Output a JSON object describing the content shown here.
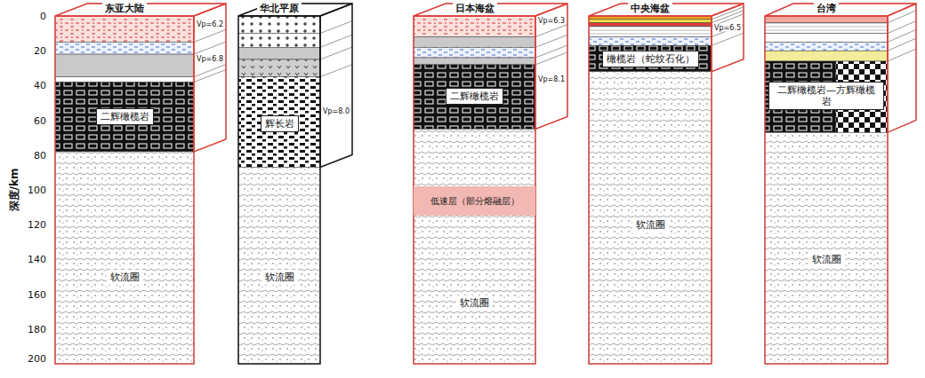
{
  "diagram": {
    "nodes": [
      {
        "text": [
          "东亚大陆"
        ]
      },
      {
        "text": [
          "二辉橄榄岩"
        ],
        "in": 0
      },
      {
        "text": [
          "软流圈"
        ],
        "in": 0
      },
      {
        "text": [
          "华北平原"
        ]
      },
      {
        "text": [
          "辉长岩"
        ],
        "in": 3
      },
      {
        "text": [
          "软流圈"
        ],
        "in": 3
      },
      {
        "text": [
          "日本海盆"
        ]
      },
      {
        "text": [
          "二辉橄榄岩"
        ],
        "in": 6
      },
      {
        "text": [
          "低速层（部分熔融层）"
        ],
        "in": 6
      },
      {
        "text": [
          "软流圈"
        ],
        "in": 6
      },
      {
        "text": [
          "中央海盆"
        ]
      },
      {
        "text": [
          "橄榄岩（蛇纹石化）"
        ],
        "in": 10
      },
      {
        "text": [
          "软流圈"
        ],
        "in": 10
      },
      {
        "text": [
          "台湾"
        ]
      },
      {
        "text": [
          "二辉橄榄岩—方辉橄榄岩"
        ],
        "in": 13
      },
      {
        "text": [
          "软流圈"
        ],
        "in": 13
      }
    ],
    "labels": [
      "深度/km",
      "0",
      "20",
      "40",
      "60",
      "80",
      "100",
      "120",
      "140",
      "160",
      "180",
      "200",
      "Vp=6.2",
      "Vp=6.8",
      "Vp=8.0",
      "Vp=6.3",
      "Vp=8.1",
      "Vp=6.5"
    ]
  }
}
